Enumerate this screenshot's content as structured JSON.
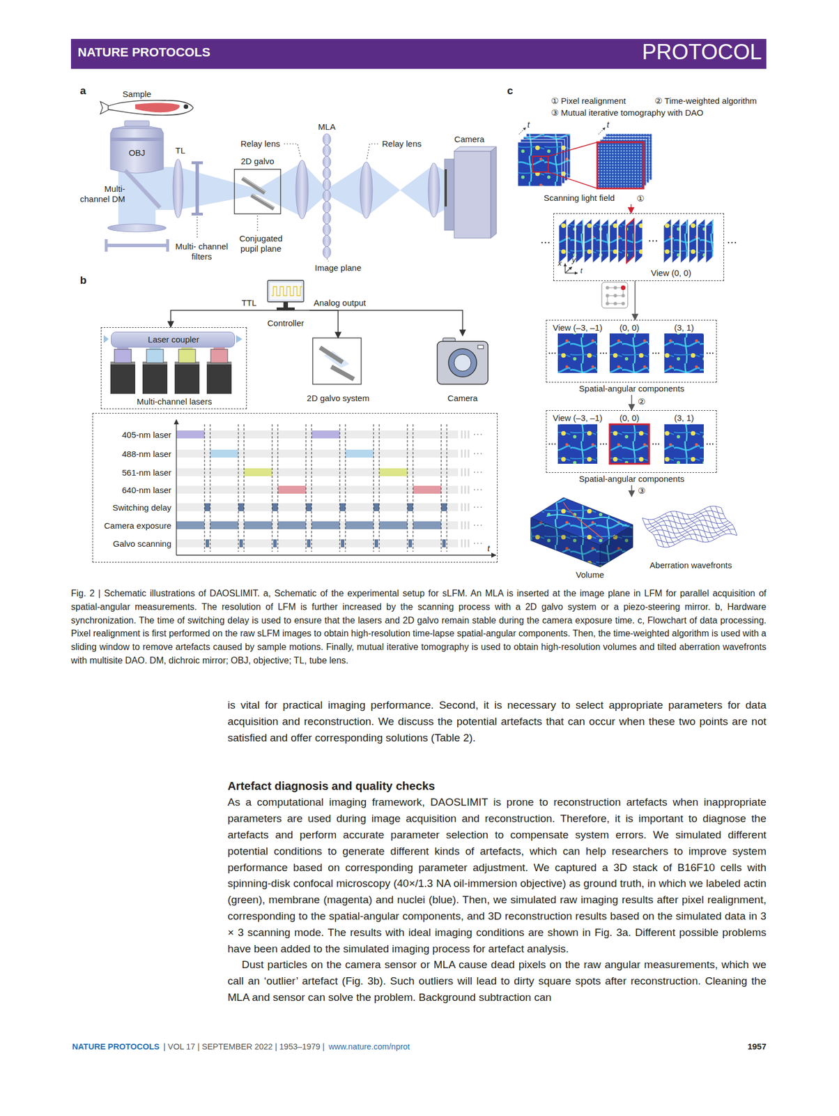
{
  "diagram": {
    "caption": "Fig. 2 | Schematic illustrations of DAOSLIMIT. a, Schematic of the experimental setup for sLFM. An MLA is inserted at the image plane in LFM for parallel acquisition of spatial-angular measurements. The resolution of LFM is further increased by the scanning process with a 2D galvo system or a piezo-steering mirror. b, Hardware synchronization. The time of switching delay is used to ensure that the lasers and 2D galvo remain stable during the camera exposure time. c, Flowchart of data processing. Pixel realignment is first performed on the raw sLFM images to obtain high-resolution time-lapse spatial-angular components. Then, the time-weighted algorithm is used with a sliding window to remove artefacts caused by sample motions. Finally, mutual iterative tomography is used to obtain high-resolution volumes and tilted aberration wavefronts with multisite DAO. DM, dichroic mirror; OBJ, objective; TL, tube lens.",
    "nodes": [
      {
        "text": [
          "Controller"
        ]
      },
      {
        "text": [
          "Multi-channel lasers"
        ]
      },
      {
        "text": [
          "Laser coupler"
        ],
        "in": 1
      },
      {
        "text": [
          "2D galvo system"
        ]
      },
      {
        "text": [
          "Camera"
        ]
      },
      {
        "text": [
          "405-nm laser",
          "488-nm laser",
          "561-nm laser",
          "640-nm laser",
          "Switching delay",
          "Camera exposure",
          "Galvo scanning",
          "t"
        ]
      },
      {
        "text": [
          "Scanning light field"
        ]
      },
      {
        "text": [
          "x",
          "y",
          "t",
          "View (0, 0)"
        ]
      },
      {
        "text": [
          "View (–3, –1)",
          "(0, 0)",
          "(3, 1)",
          "Spatial-angular components"
        ]
      },
      {
        "text": [
          "View (–3, –1)",
          "(0, 0)",
          "(3, 1)",
          "Spatial-angular components"
        ]
      },
      {
        "text": [
          "Volume"
        ]
      }
    ],
    "edges": [
      {
        "from": 0,
        "to": 1,
        "arrow": "to",
        "label": "TTL"
      },
      {
        "from": 0,
        "to": 3,
        "arrow": "to"
      },
      {
        "from": 0,
        "to": 4,
        "arrow": "to",
        "label": "Analog output"
      },
      {
        "from": 6,
        "to": 7,
        "arrow": "to",
        "label": "①"
      },
      {
        "from": 7,
        "to": 8,
        "arrow": "to"
      },
      {
        "from": 8,
        "to": 9,
        "arrow": "to",
        "label": "②"
      },
      {
        "from": 9,
        "to": 10,
        "arrow": "to",
        "label": "③"
      }
    ],
    "labels": [
      "NATURE PROTOCOLS",
      "PROTOCOL",
      "a",
      "Sample",
      "OBJ",
      "TL",
      "Multi- channel DM",
      "Relay lens",
      "2D galvo",
      "MLA",
      "Relay lens",
      "Camera",
      "Conjugated pupil plane",
      "Multi- channel filters",
      "Image plane",
      "b",
      "c",
      "① Pixel realignment",
      "② Time-weighted algorithm",
      "③ Mutual iterative tomography with DAO",
      "t",
      "t",
      "Aberration wavefronts",
      "is vital for practical imaging performance. Second, it is necessary to select appropriate parameters for data acquisition and reconstruction. We discuss the potential artefacts that can occur when these two points are not satisfied and offer corresponding solutions (Table 2).",
      "Artefact diagnosis and quality checks",
      "As a computational imaging framework, DAOSLIMIT is prone to reconstruction artefacts when inappropriate parameters are used during image acquisition and reconstruction. Therefore, it is important to diagnose the artefacts and perform accurate parameter selection to compensate system errors. We simulated different potential conditions to generate different kinds of artefacts, which can help researchers to improve system performance based on corresponding parameter adjustment. We captured a 3D stack of B16F10 cells with spinning-disk confocal microscopy (40×/1.3 NA oil-immersion objective) as ground truth, in which we labeled actin (green), membrane (magenta) and nuclei (blue). Then, we simulated raw imaging results after pixel realignment, corresponding to the spatial-angular components, and 3D reconstruction results based on the simulated data in 3 × 3 scanning mode. The results with ideal imaging conditions are shown in Fig. 3a. Different possible problems have been added to the simulated imaging process for artefact analysis.",
      "Dust particles on the camera sensor or MLA cause dead pixels on the raw angular measurements, which we call an ‘outlier’ artefact (Fig. 3b). Such outliers will lead to dirty square spots after reconstruction. Cleaning the MLA and sensor can solve the problem. Background subtraction can",
      "NATURE PROTOCOLS",
      "| VOL 17 | SEPTEMBER 2022 | 1953–1979 |",
      "www.nature.com/nprot",
      "1957"
    ]
  }
}
